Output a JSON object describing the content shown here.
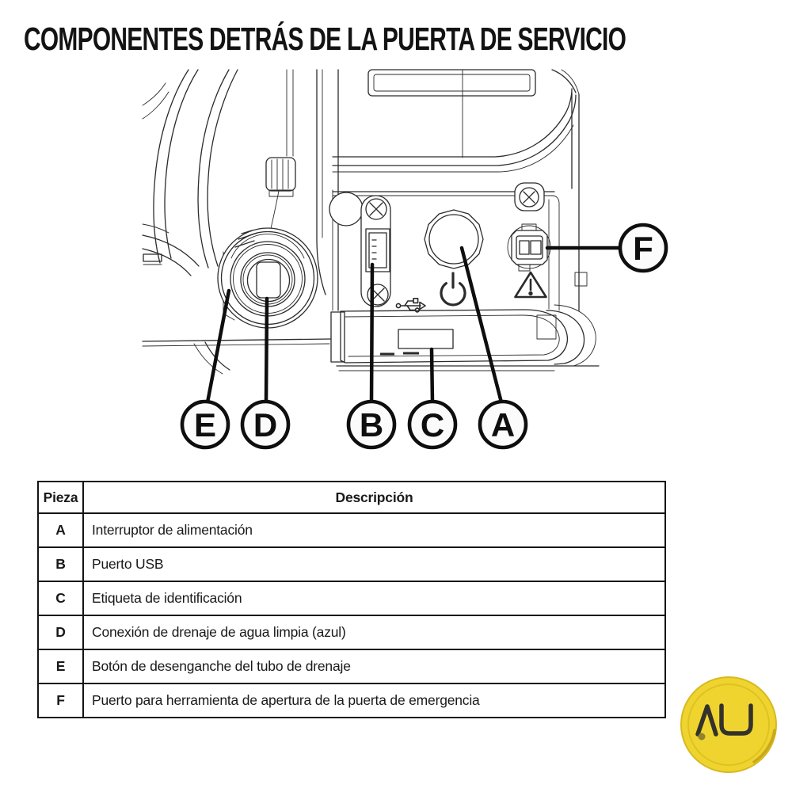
{
  "page": {
    "title": "COMPONENTES DETRÁS DE LA PUERTA DE SERVICIO",
    "background_color": "#ffffff"
  },
  "diagram": {
    "description": "Line drawing of appliance behind the service door",
    "line_color": "#2b2b2b",
    "callout_color": "#0e0e0e",
    "icons": [
      "power-icon",
      "usb-icon",
      "warning-triangle-icon",
      "screw-icon",
      "emergency-port-icon"
    ],
    "callouts": [
      {
        "label": "A"
      },
      {
        "label": "B"
      },
      {
        "label": "C"
      },
      {
        "label": "D"
      },
      {
        "label": "E"
      },
      {
        "label": "F"
      }
    ]
  },
  "table": {
    "headers": {
      "part": "Pieza",
      "description": "Descripción"
    },
    "rows": [
      {
        "part": "A",
        "description": "Interruptor de alimentación"
      },
      {
        "part": "B",
        "description": "Puerto USB"
      },
      {
        "part": "C",
        "description": "Etiqueta de identificación"
      },
      {
        "part": "D",
        "description": "Conexión de drenaje de agua limpia (azul)"
      },
      {
        "part": "E",
        "description": "Botón de desenganche del tubo de drenaje"
      },
      {
        "part": "F",
        "description": "Puerto para herramienta de apertura de la puerta de emergencia"
      }
    ]
  },
  "logo": {
    "monogram": "AU",
    "coin_color": "#EFD42F",
    "letter_color": "#33322B"
  }
}
